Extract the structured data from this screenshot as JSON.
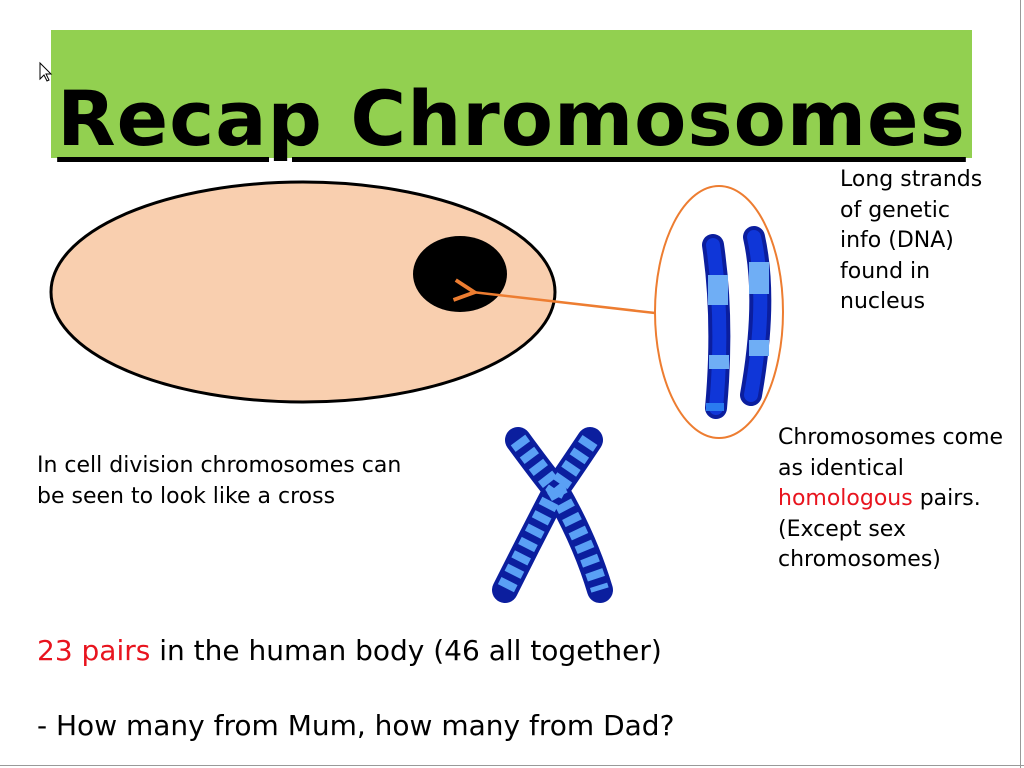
{
  "slide": {
    "title": "Recap Chromosomes",
    "dna_note": [
      "Long strands",
      "of genetic",
      "info (DNA)",
      "found in",
      "nucleus"
    ],
    "pairs_note": {
      "line1": "Chromosomes come",
      "line2": "as identical",
      "line3_red": "homologous",
      "line3_rest": " pairs.",
      "line4": "(Except sex",
      "line5": "chromosomes)"
    },
    "division_note": [
      "In cell division chromosomes can",
      "be seen to look like a cross"
    ],
    "count_red": "23 pairs",
    "count_rest": " in the human body (46 all together)",
    "question": "- How many from Mum, how many from Dad?"
  },
  "colors": {
    "banner": "#92D050",
    "cell": "#F9CFAF",
    "arrow": "#ED7D31",
    "highlight": "#E8141E"
  }
}
